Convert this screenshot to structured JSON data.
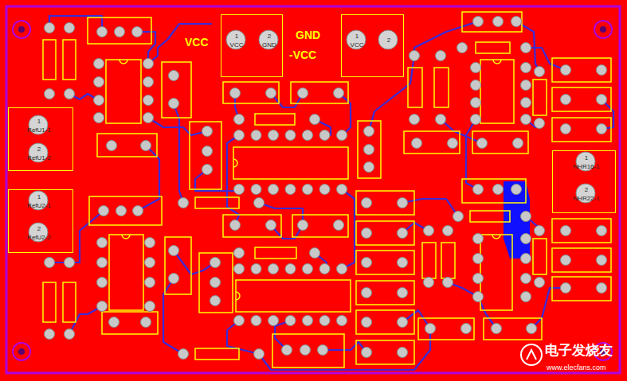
{
  "diagram": {
    "nodes": [
      {
        "text": [
          "1",
          "VCC",
          "2",
          "GND"
        ]
      },
      {
        "text": [
          "1",
          "VCC",
          "2"
        ]
      },
      {
        "text": [
          "1",
          "RefU1-1",
          "2",
          "RefU1-2"
        ]
      },
      {
        "text": [
          "1",
          "NHR16-1",
          "2",
          "NHR22-1"
        ]
      },
      {
        "text": [
          "1",
          "RefU2-1",
          "2",
          "RefU2-2"
        ]
      }
    ],
    "labels": [
      "VCC",
      "GND",
      "-VCC",
      "电子发烧友",
      "www.elecfans.com"
    ]
  }
}
